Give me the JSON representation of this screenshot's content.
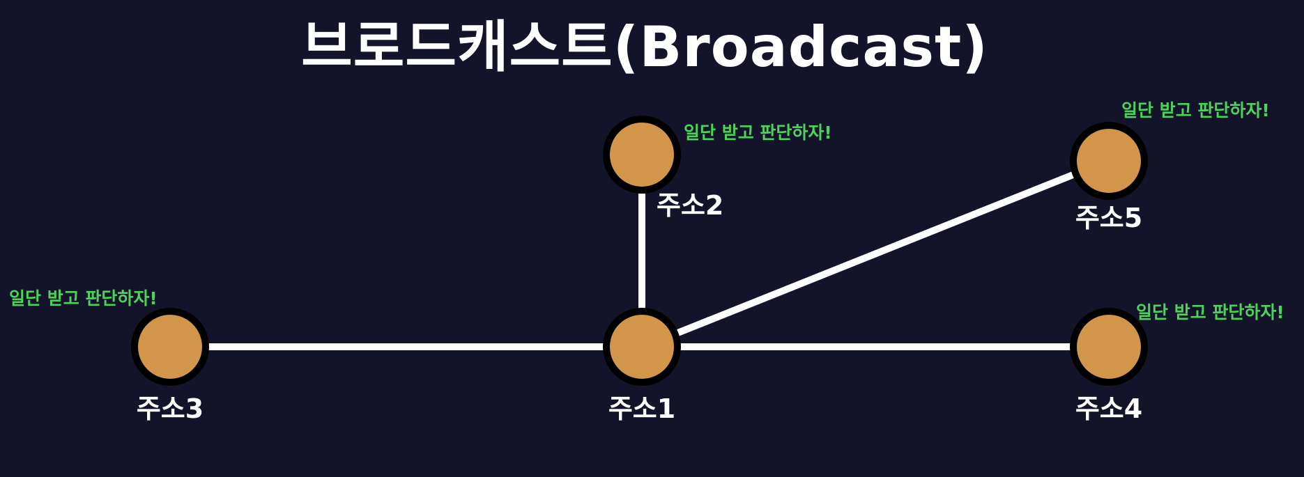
{
  "title": "브로드캐스트(Broadcast)",
  "colors": {
    "background": "#13132a",
    "node_fill": "#d2964a",
    "node_border": "#000000",
    "edge": "#ffffff",
    "annotation": "#4cd35a",
    "text": "#ffffff"
  },
  "nodes": {
    "addr1": {
      "label": "주소1"
    },
    "addr2": {
      "label": "주소2",
      "note": "일단 받고 판단하자!"
    },
    "addr3": {
      "label": "주소3",
      "note": "일단 받고 판단하자!"
    },
    "addr4": {
      "label": "주소4",
      "note": "일단 받고 판단하자!"
    },
    "addr5": {
      "label": "주소5",
      "note": "일단 받고 판단하자!"
    }
  },
  "edges": [
    {
      "from": "주소1",
      "to": "주소2"
    },
    {
      "from": "주소1",
      "to": "주소3"
    },
    {
      "from": "주소1",
      "to": "주소4"
    },
    {
      "from": "주소1",
      "to": "주소5"
    }
  ]
}
